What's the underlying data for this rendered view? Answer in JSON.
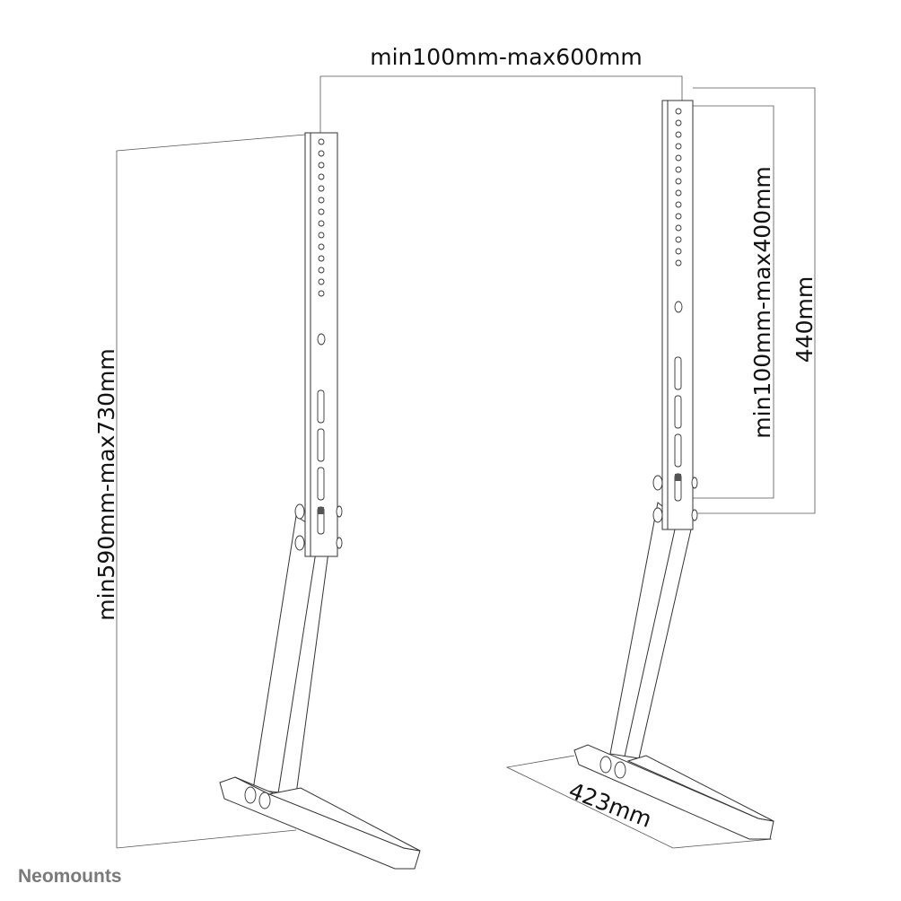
{
  "dimensions": {
    "width_between_stands": "min100mm-max600mm",
    "overall_height": "min590mm-max730mm",
    "vesa_vertical_range": "min100mm-max400mm",
    "bracket_height": "440mm",
    "base_depth": "423mm"
  },
  "brand": {
    "logo_text": "Neomounts",
    "color": "#7a7a7a"
  }
}
